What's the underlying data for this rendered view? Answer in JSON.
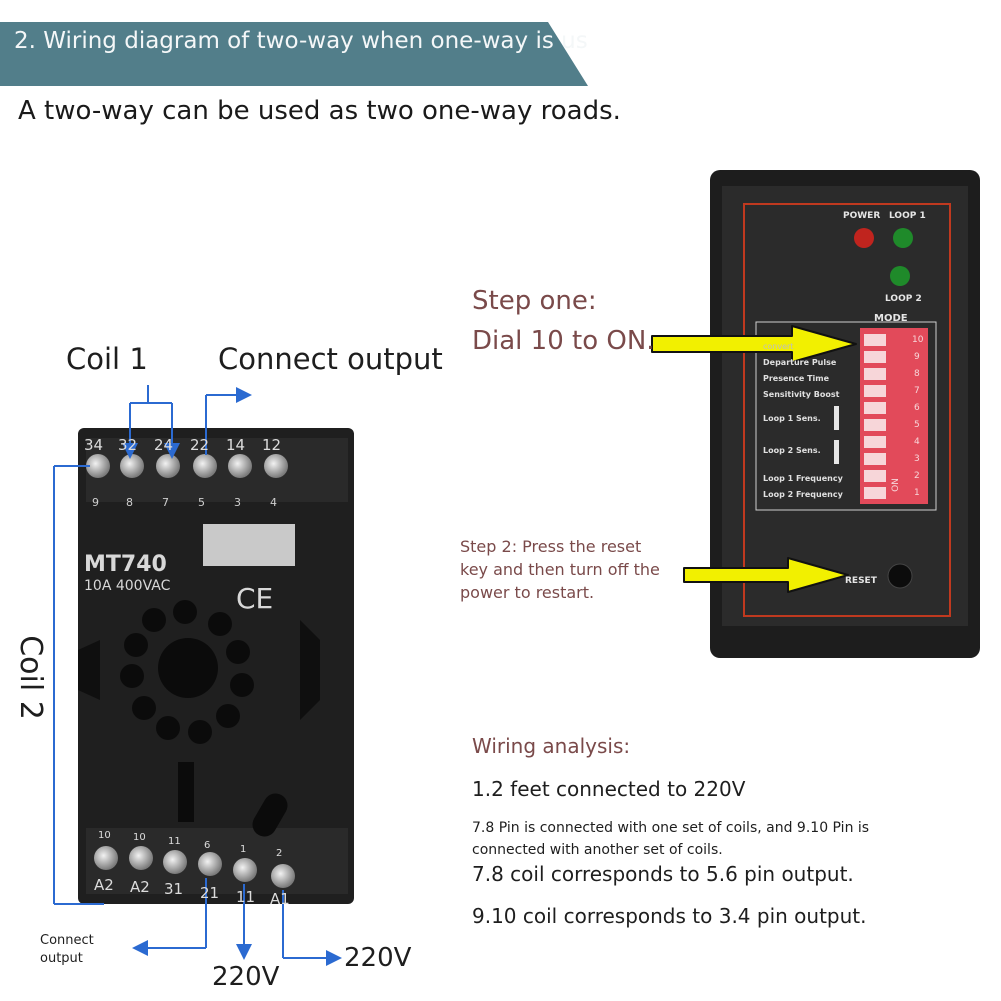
{
  "header": {
    "title": "2. Wiring diagram of two-way when one-way is us",
    "subtitle": "A two-way can be used as two one-way roads."
  },
  "relay_base": {
    "label_coil1": "Coil 1",
    "label_connect_output": "Connect output",
    "label_coil2": "Coil 2",
    "model": "MT740",
    "rating": "10A 400VAC",
    "ce_mark": "CE",
    "top_terminals": [
      "34",
      "32",
      "24",
      "22",
      "14",
      "12"
    ],
    "top_pins": [
      "9",
      "8",
      "7",
      "5",
      "3",
      "4"
    ],
    "bottom_terminals": [
      "10",
      "10",
      "11",
      "6",
      "1",
      "2"
    ],
    "bottom_pins": [
      "A2",
      "A2",
      "31",
      "21",
      "11",
      "A1"
    ],
    "label_connect_output_bottom": "Connect\noutput",
    "label_220v_bottom": "220V",
    "label_220v_right": "220V"
  },
  "detector": {
    "power_label": "POWER",
    "loop1_label": "LOOP 1",
    "loop2_label": "LOOP 2",
    "mode_label": "MODE",
    "reset_label": "RESET",
    "dip_rows": [
      "Departure Pulse",
      "Presence Time",
      "Sensitivity Boost",
      "Loop 1 Sens.",
      "Loop 2 Sens.",
      "Loop 1 Frequency",
      "Loop 2 Frequency"
    ],
    "dip_first_row": "convert",
    "dip_numbers": [
      "10",
      "9",
      "8",
      "7",
      "6",
      "5",
      "4",
      "3",
      "2",
      "1"
    ],
    "dip_on": "ON",
    "colors": {
      "power_led": "#c0241e",
      "loop_led": "#1f8a2a",
      "dip": "#e24a5a",
      "border": "#c0391f"
    }
  },
  "steps": {
    "step1_line1": "Step one:",
    "step1_line2": "Dial 10 to ON.",
    "step2_line1": "Step 2: Press the reset",
    "step2_line2": "key and then turn off the",
    "step2_line3": "power to restart."
  },
  "analysis": {
    "heading": "Wiring analysis:",
    "line1": "1.2 feet connected to 220V",
    "line2a": "7.8 Pin is connected with one set of coils, and 9.10 Pin is",
    "line2b": "connected with another set of coils.",
    "line3": "7.8 coil corresponds to 5.6 pin output.",
    "line4": "9.10 coil corresponds to 3.4 pin output."
  },
  "colors": {
    "banner": "#527e8a",
    "arrow_fill": "#f2f000",
    "arrow_blue": "#2b6ad1"
  }
}
